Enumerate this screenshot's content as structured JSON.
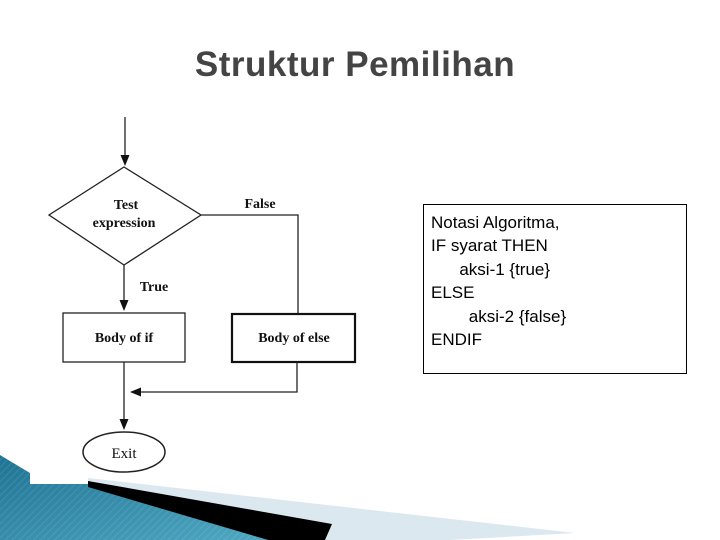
{
  "title": "Struktur Pemilihan",
  "flowchart": {
    "decision": {
      "line1": "Test",
      "line2": "expression"
    },
    "false_label": "False",
    "true_label": "True",
    "body_if_label": "Body of if",
    "body_else_label": "Body of else",
    "exit_label": "Exit"
  },
  "code_box": {
    "lines": [
      "Notasi Algoritma,",
      "IF syarat THEN",
      "      aksi-1 {true}",
      "ELSE",
      "        aksi-2 {false}",
      "ENDIF"
    ]
  },
  "colors": {
    "title_text": "#444444",
    "teal_dark": "#1F7394",
    "teal_light": "#4FA8C2",
    "pale_blue": "#DCE8EF",
    "wedge_black": "#000000"
  }
}
